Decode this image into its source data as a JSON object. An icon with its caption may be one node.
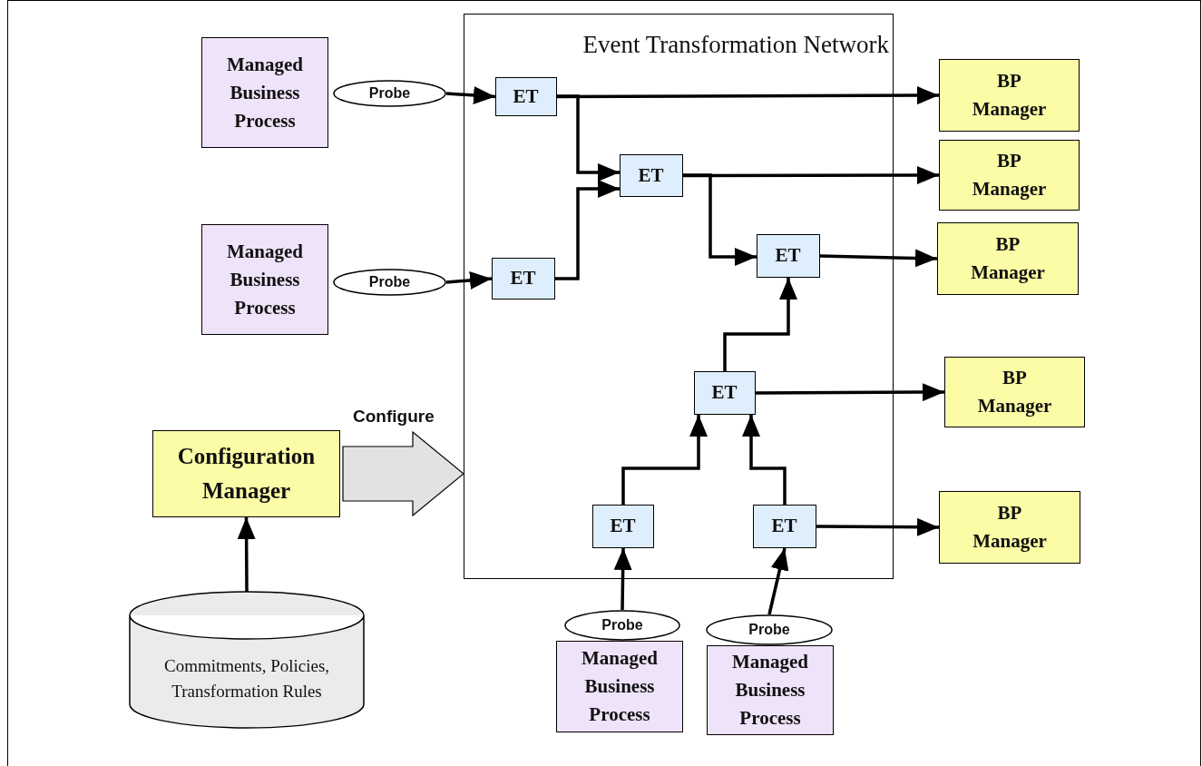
{
  "diagram": {
    "nodes": [
      {
        "text": [
          "Event Transformation Network"
        ]
      },
      {
        "text": [
          "Managed Business Process"
        ]
      },
      {
        "text": [
          "Probe"
        ]
      },
      {
        "text": [
          "Managed Business Process"
        ]
      },
      {
        "text": [
          "Probe"
        ]
      },
      {
        "text": [
          "ET"
        ],
        "in": 0
      },
      {
        "text": [
          "ET"
        ],
        "in": 0
      },
      {
        "text": [
          "ET"
        ],
        "in": 0
      },
      {
        "text": [
          "ET"
        ],
        "in": 0
      },
      {
        "text": [
          "ET"
        ],
        "in": 0
      },
      {
        "text": [
          "ET"
        ],
        "in": 0
      },
      {
        "text": [
          "ET"
        ],
        "in": 0
      },
      {
        "text": [
          "BP Manager"
        ]
      },
      {
        "text": [
          "BP Manager"
        ]
      },
      {
        "text": [
          "BP Manager"
        ]
      },
      {
        "text": [
          "BP Manager"
        ]
      },
      {
        "text": [
          "BP Manager"
        ]
      },
      {
        "text": [
          "Configuration Manager"
        ]
      },
      {
        "text": [
          "Commitments, Policies, Transformation Rules"
        ]
      },
      {
        "text": [
          "Managed Business Process"
        ]
      },
      {
        "text": [
          "Probe"
        ]
      },
      {
        "text": [
          "Managed Business Process"
        ]
      },
      {
        "text": [
          "Probe"
        ]
      }
    ],
    "edges": [
      {
        "from": 2,
        "to": 5,
        "arrow": "to"
      },
      {
        "from": 4,
        "to": 7,
        "arrow": "to"
      },
      {
        "from": 5,
        "to": 12,
        "arrow": "to"
      },
      {
        "from": 5,
        "to": 6,
        "arrow": "to"
      },
      {
        "from": 7,
        "to": 6,
        "arrow": "to"
      },
      {
        "from": 6,
        "to": 13,
        "arrow": "to"
      },
      {
        "from": 6,
        "to": 8,
        "arrow": "to"
      },
      {
        "from": 8,
        "to": 14,
        "arrow": "to"
      },
      {
        "from": 9,
        "to": 8,
        "arrow": "to"
      },
      {
        "from": 9,
        "to": 15,
        "arrow": "to"
      },
      {
        "from": 10,
        "to": 9,
        "arrow": "to"
      },
      {
        "from": 11,
        "to": 9,
        "arrow": "to"
      },
      {
        "from": 11,
        "to": 16,
        "arrow": "to"
      },
      {
        "from": 20,
        "to": 10,
        "arrow": "to"
      },
      {
        "from": 22,
        "to": 11,
        "arrow": "to"
      },
      {
        "from": 18,
        "to": 17,
        "arrow": "to"
      },
      {
        "from": 17,
        "to": 0,
        "arrow": "to",
        "label": "Configure",
        "style": "thick"
      }
    ]
  }
}
